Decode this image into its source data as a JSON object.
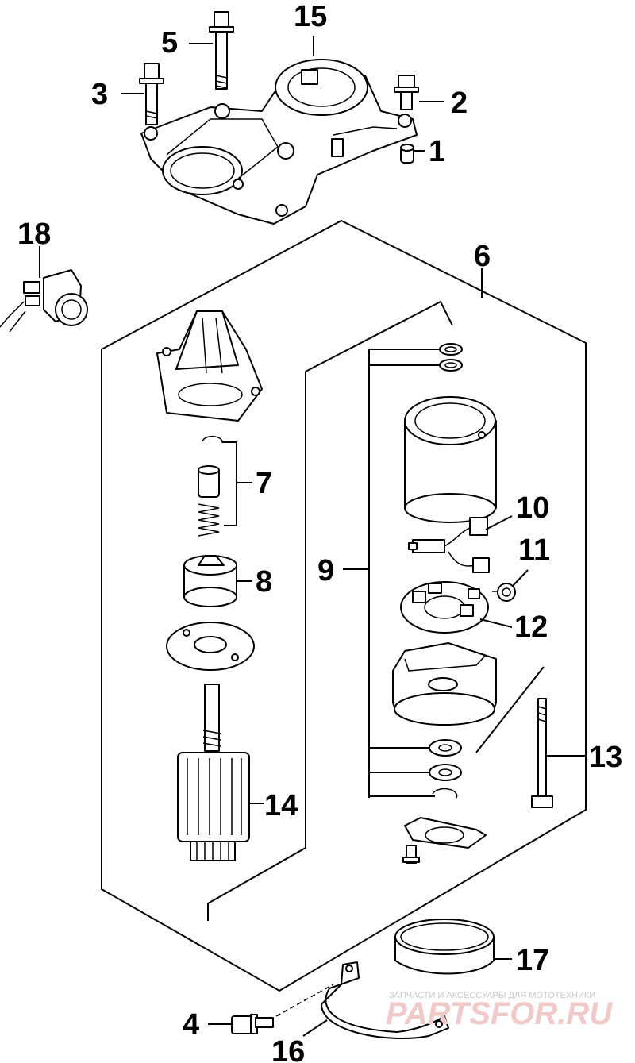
{
  "callouts": {
    "c1": "1",
    "c2": "2",
    "c3": "3",
    "c4": "4",
    "c5": "5",
    "c6": "6",
    "c7": "7",
    "c8": "8",
    "c9": "9",
    "c10": "10",
    "c11": "11",
    "c12": "12",
    "c13": "13",
    "c14": "14",
    "c15": "15",
    "c16": "16",
    "c17": "17",
    "c18": "18"
  },
  "watermark": {
    "tagline": "ЗАПЧАСТИ И АКСЕССУАРЫ ДЛЯ МОТОТЕХНИКИ",
    "logo": "PARTSFOR.RU"
  }
}
